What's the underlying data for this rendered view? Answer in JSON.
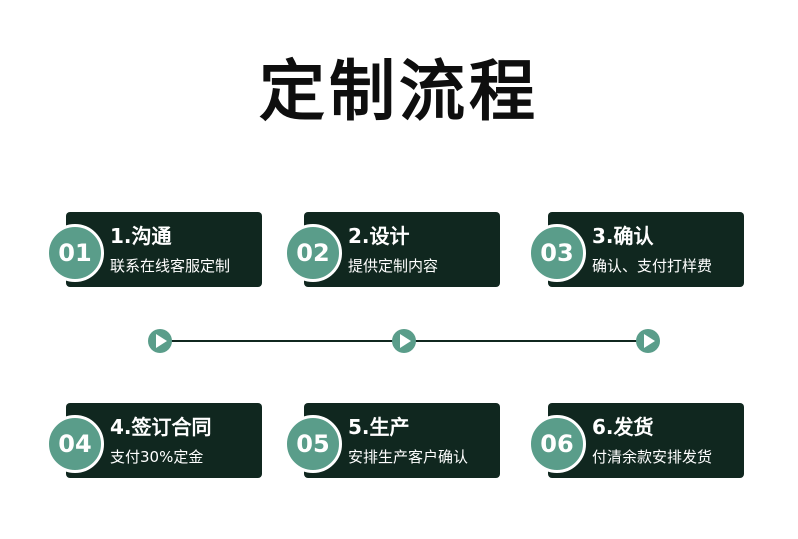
{
  "title": "定制流程",
  "colors": {
    "card": "#10271f",
    "accent": "#5a9d8a",
    "line": "#10271f",
    "title": "#0e0e0e"
  },
  "steps": [
    {
      "num": "01",
      "title": "1.沟通",
      "desc": "联系在线客服定制"
    },
    {
      "num": "02",
      "title": "2.设计",
      "desc": "提供定制内容"
    },
    {
      "num": "03",
      "title": "3.确认",
      "desc": "确认、支付打样费"
    },
    {
      "num": "04",
      "title": "4.签订合同",
      "desc": "支付30%定金"
    },
    {
      "num": "05",
      "title": "5.生产",
      "desc": "安排生产客户确认"
    },
    {
      "num": "06",
      "title": "6.发货",
      "desc": "付清余款安排发货"
    }
  ],
  "timeline": {
    "markers": [
      "play-icon",
      "play-icon",
      "play-icon"
    ]
  }
}
